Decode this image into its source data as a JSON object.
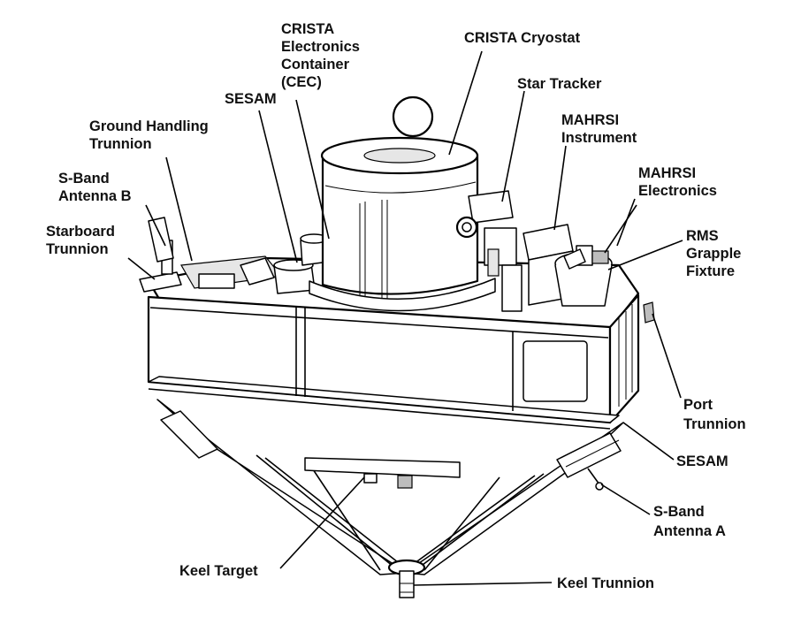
{
  "labels": {
    "crista_cec": [
      "CRISTA",
      "Electronics",
      "Container",
      "(CEC)"
    ],
    "crista_cryostat": [
      "CRISTA Cryostat"
    ],
    "star_tracker": [
      "Star Tracker"
    ],
    "sesam_top": [
      "SESAM"
    ],
    "ground_handling": [
      "Ground Handling",
      "Trunnion"
    ],
    "mahrsi_instrument": [
      "MAHRSI",
      "Instrument"
    ],
    "sband_b": [
      "S-Band",
      "Antenna B"
    ],
    "mahrsi_electronics": [
      "MAHRSI",
      "Electronics"
    ],
    "starboard_trunnion": [
      "Starboard",
      "Trunnion"
    ],
    "rms_grapple": [
      "RMS",
      "Grapple",
      "Fixture"
    ],
    "port_trunnion": [
      "Port",
      "Trunnion"
    ],
    "sesam_bottom": [
      "SESAM"
    ],
    "sband_a": [
      "S-Band",
      "Antenna A"
    ],
    "keel_target": [
      "Keel Target"
    ],
    "keel_trunnion": [
      "Keel Trunnion"
    ]
  }
}
